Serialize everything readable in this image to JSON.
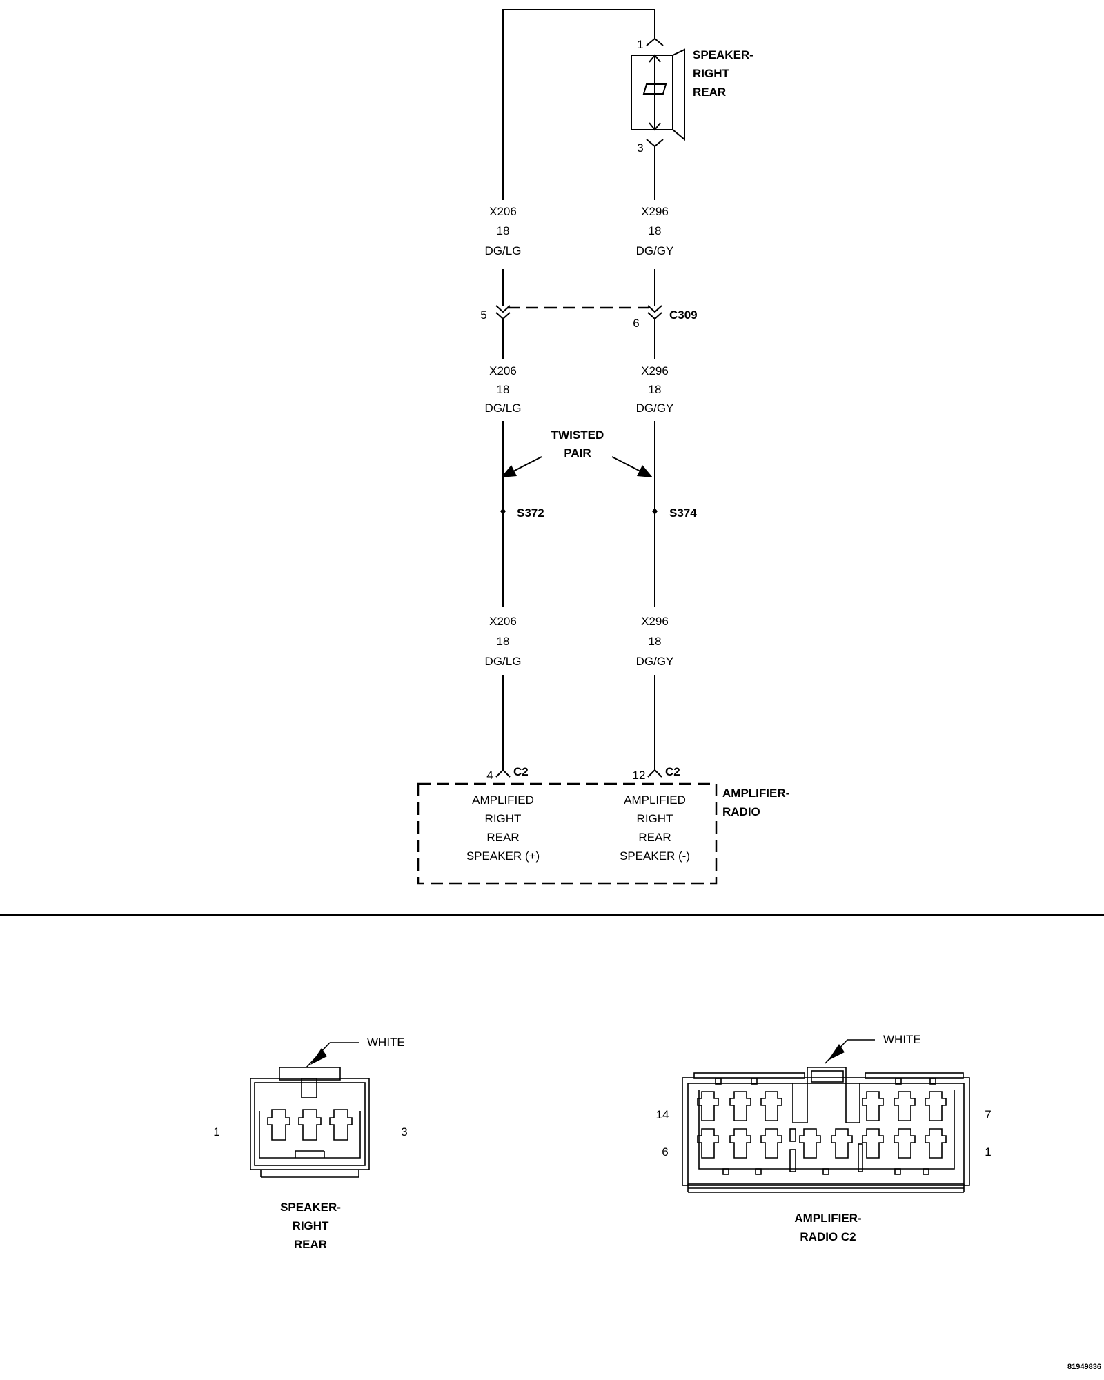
{
  "speaker": {
    "label": [
      "SPEAKER-",
      "RIGHT",
      "REAR"
    ],
    "pin_top": "1",
    "pin_bottom": "3"
  },
  "wires": {
    "left": {
      "upper": [
        "X206",
        "18",
        "DG/LG"
      ],
      "middle": [
        "X206",
        "18",
        "DG/LG"
      ],
      "lower": [
        "X206",
        "18",
        "DG/LG"
      ]
    },
    "right": {
      "upper": [
        "X296",
        "18",
        "DG/GY"
      ],
      "middle": [
        "X296",
        "18",
        "DG/GY"
      ],
      "lower": [
        "X296",
        "18",
        "DG/GY"
      ]
    }
  },
  "connector_c309": {
    "name": "C309",
    "pin_left": "5",
    "pin_right": "6"
  },
  "twisted_pair": [
    "TWISTED",
    "PAIR"
  ],
  "splices": {
    "left": "S372",
    "right": "S374"
  },
  "amplifier": {
    "label": [
      "AMPLIFIER-",
      "RADIO"
    ],
    "left_pin": "4",
    "right_pin": "12",
    "connector": "C2",
    "left_function": [
      "AMPLIFIED",
      "RIGHT",
      "REAR",
      "SPEAKER (+)"
    ],
    "right_function": [
      "AMPLIFIED",
      "RIGHT",
      "REAR",
      "SPEAKER (-)"
    ]
  },
  "connector_views": {
    "speaker": {
      "color": "WHITE",
      "pin_left": "1",
      "pin_right": "3",
      "label": [
        "SPEAKER-",
        "RIGHT",
        "REAR"
      ]
    },
    "amplifier": {
      "color": "WHITE",
      "pins": {
        "top_left": "14",
        "top_right": "7",
        "bottom_left": "6",
        "bottom_right": "1"
      },
      "label": [
        "AMPLIFIER-",
        "RADIO C2"
      ]
    }
  },
  "figure_id": "81949836"
}
